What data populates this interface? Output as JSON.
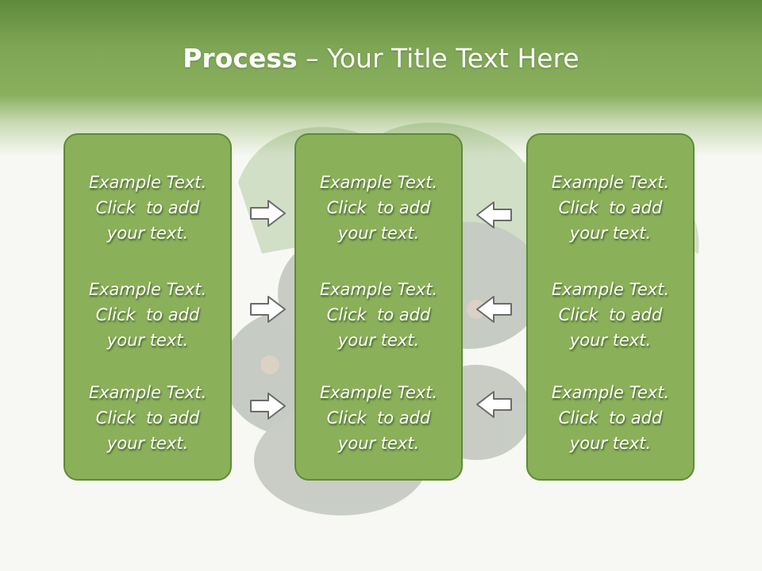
{
  "title": {
    "bold": "Process",
    "rest": " – Your Title Text Here"
  },
  "colors": {
    "header": "#7ea654",
    "panel": "#8ab05a",
    "panel_border": "#5f8a36",
    "arrow_fill": "#ffffff",
    "arrow_stroke": "#6b6b6b"
  },
  "columns": [
    {
      "blocks": [
        {
          "lines": [
            "Example Text.",
            "Click  to add",
            "your text."
          ]
        },
        {
          "lines": [
            "Example Text.",
            "Click  to add",
            "your text."
          ]
        },
        {
          "lines": [
            "Example Text.",
            "Click  to add",
            "your text."
          ]
        }
      ]
    },
    {
      "blocks": [
        {
          "lines": [
            "Example Text.",
            "Click  to add",
            "your text."
          ]
        },
        {
          "lines": [
            "Example Text.",
            "Click  to add",
            "your text."
          ]
        },
        {
          "lines": [
            "Example Text.",
            "Click  to add",
            "your text."
          ]
        }
      ]
    },
    {
      "blocks": [
        {
          "lines": [
            "Example Text.",
            "Click  to add",
            "your text."
          ]
        },
        {
          "lines": [
            "Example Text.",
            "Click  to add",
            "your text."
          ]
        },
        {
          "lines": [
            "Example Text.",
            "Click  to add",
            "your text."
          ]
        }
      ]
    }
  ],
  "arrows": {
    "left_group": "arrow-right-icon",
    "right_group": "arrow-left-icon"
  }
}
